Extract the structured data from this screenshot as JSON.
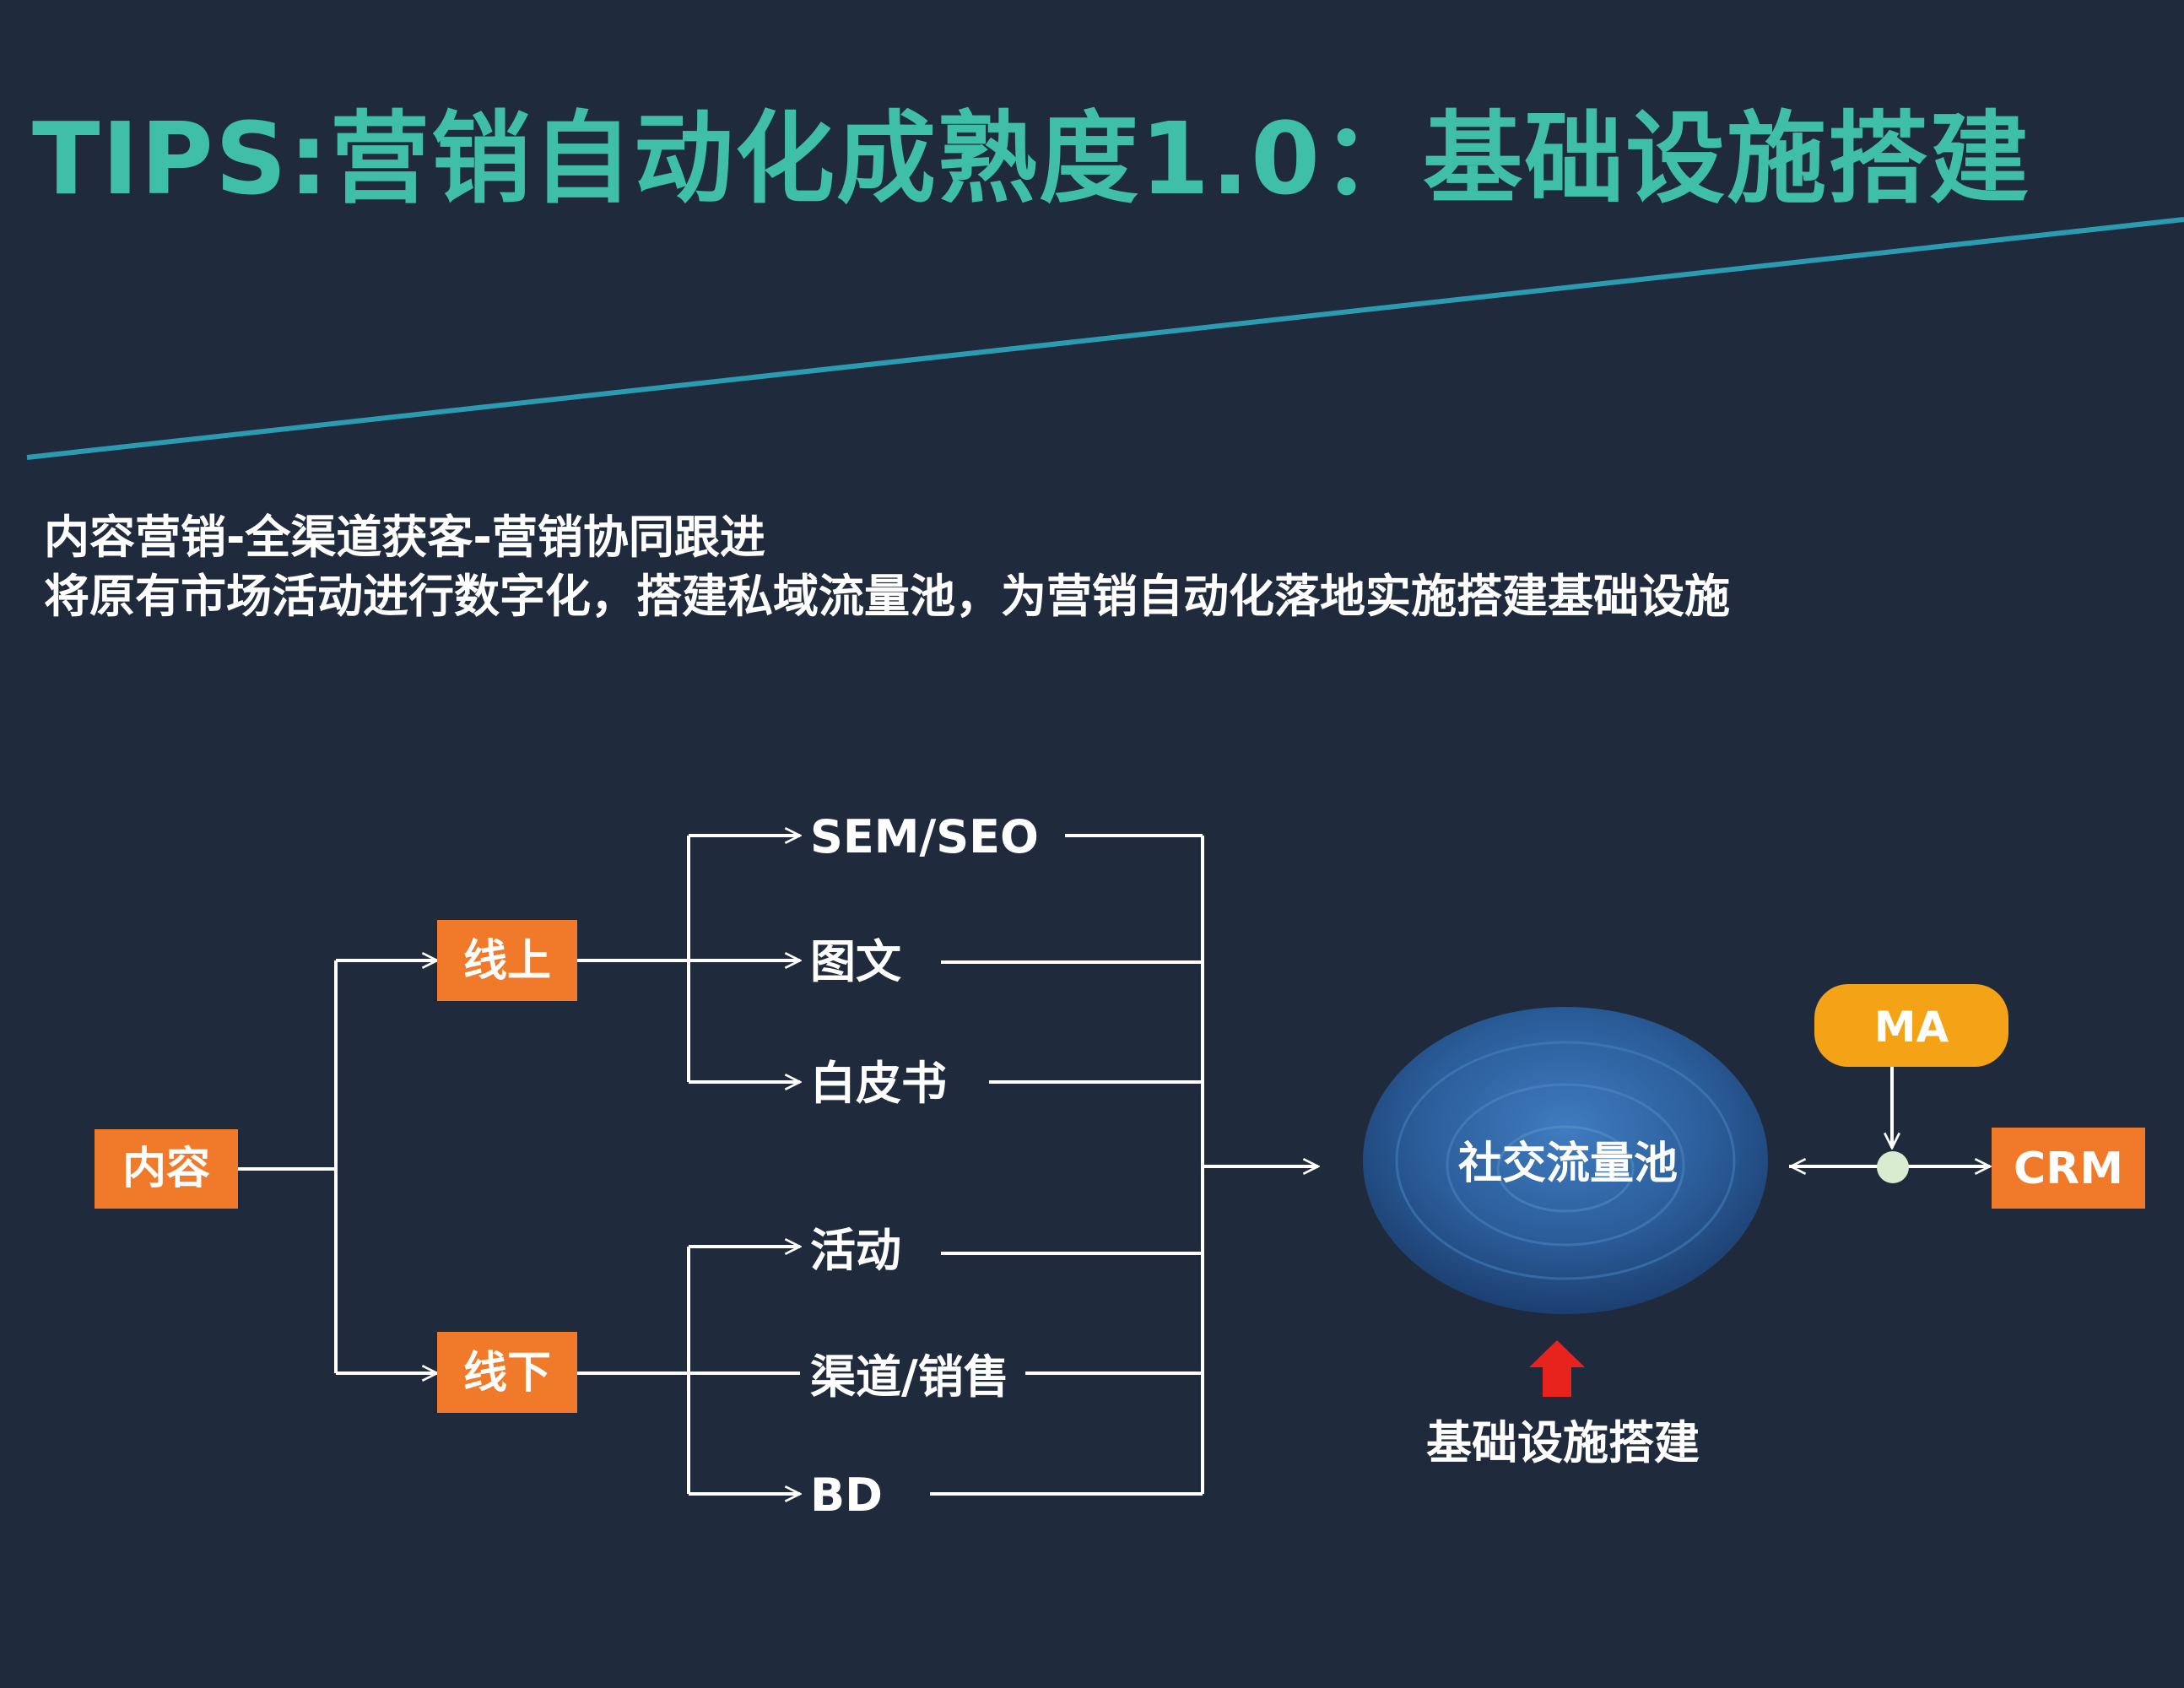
{
  "title": "TIPS:营销自动化成熟度1.0：基础设施搭建",
  "subtitle_lines": [
    "内容营销-全渠道获客-营销协同跟进",
    "将原有市场活动进行数字化，搭建私域流量池，为营销自动化落地实施搭建基础设施"
  ],
  "colors": {
    "background": "#1f2b3d",
    "title": "#3fbfa8",
    "box_orange": "#f07a2a",
    "ma_yellow": "#f5a316",
    "arrow_red": "#e8221c",
    "pool_blue": "#2e62a0"
  },
  "diagram": {
    "root": "内容",
    "online": {
      "label": "线上",
      "channels": [
        "SEM/SEO",
        "图文",
        "白皮书"
      ]
    },
    "offline": {
      "label": "线下",
      "channels": [
        "活动",
        "渠道/销售",
        "BD"
      ]
    },
    "pool": "社交流量池",
    "pool_caption": "基础设施搭建",
    "ma": "MA",
    "crm": "CRM"
  }
}
